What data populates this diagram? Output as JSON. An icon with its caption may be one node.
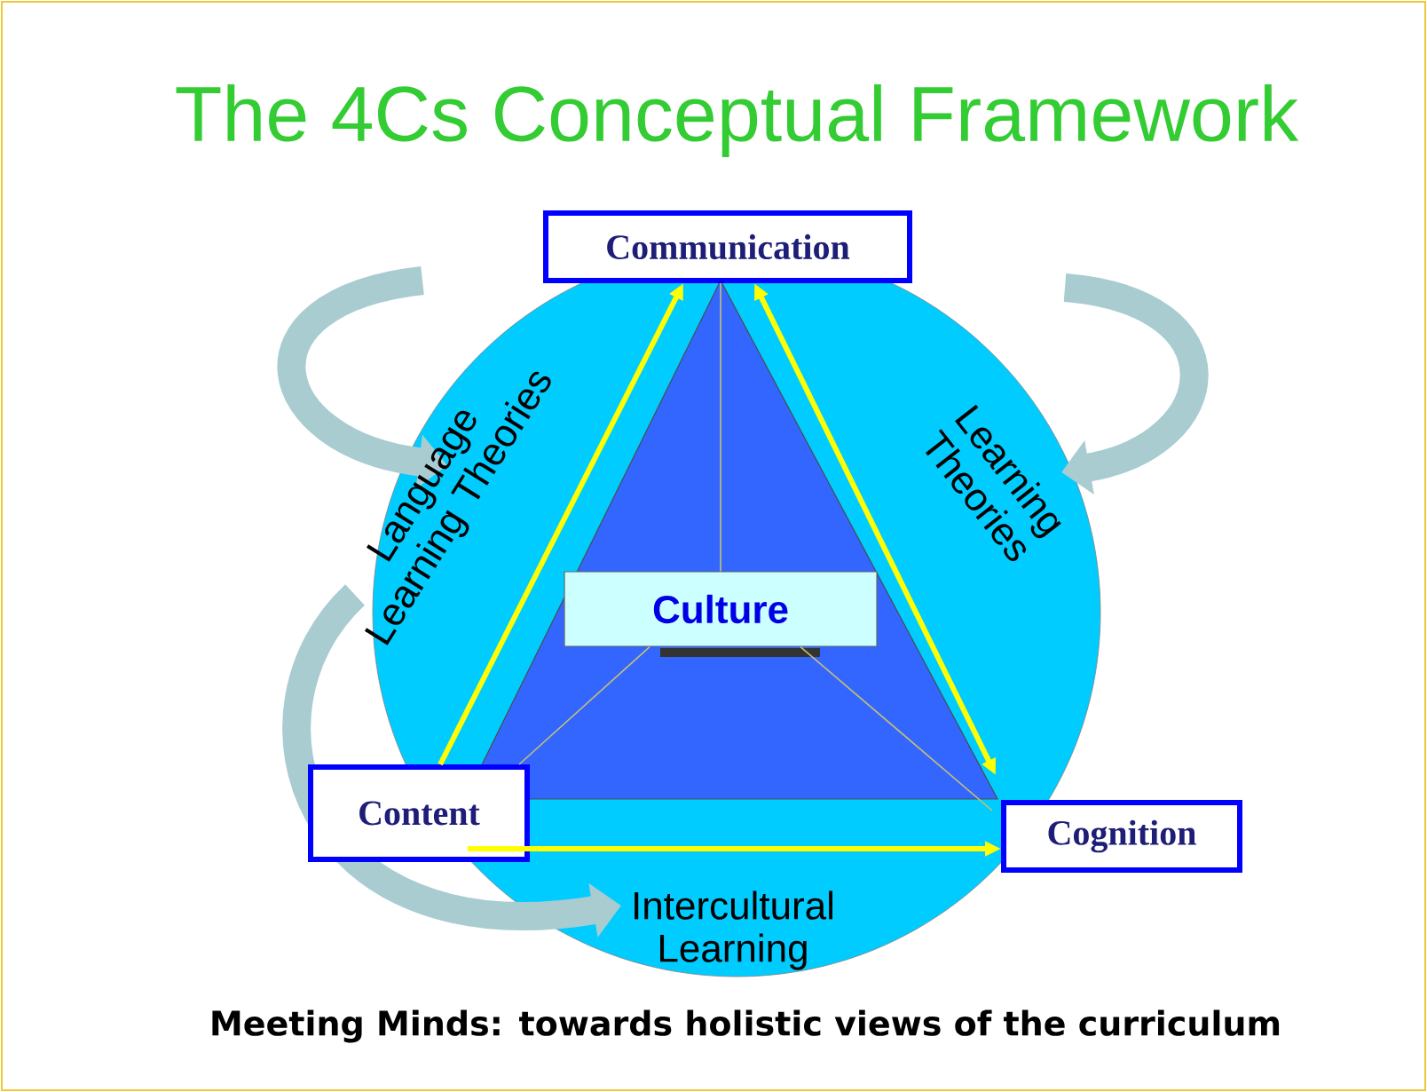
{
  "diagram": {
    "title": "The 4Cs Conceptual Framework",
    "caption": "Meeting Minds: towards holistic views of the curriculum",
    "nodes": [
      {
        "text": [
          "Communication"
        ]
      },
      {
        "text": [
          "Culture"
        ]
      },
      {
        "text": [
          "Content"
        ]
      },
      {
        "text": [
          "Cognition"
        ]
      }
    ],
    "edges": [
      {
        "from": 2,
        "to": 0,
        "arrow": "to",
        "style": "thick"
      },
      {
        "from": 3,
        "to": 0,
        "arrow": "both",
        "style": "thick"
      },
      {
        "from": 2,
        "to": 3,
        "arrow": "to",
        "style": "thick"
      },
      {
        "from": 0,
        "to": 1,
        "arrow": "none",
        "color": "#c8c070"
      },
      {
        "from": 1,
        "to": 2,
        "arrow": "none",
        "color": "#c8c070"
      },
      {
        "from": 1,
        "to": 3,
        "arrow": "none",
        "color": "#c8c070"
      }
    ],
    "labels": [
      "Language Learning Theories",
      "Learning Theories",
      "Intercultural Learning"
    ]
  }
}
